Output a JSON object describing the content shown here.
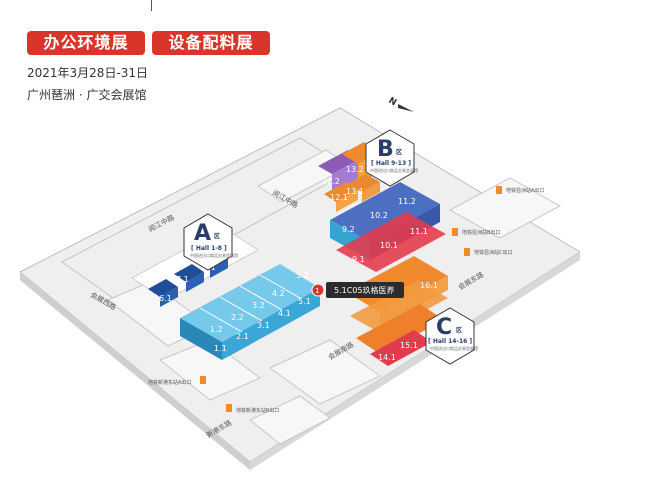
{
  "header": {
    "tag_office": "办公环境展",
    "tag_equipment": "设备配料展",
    "date": "2021年3月28日-31日",
    "venue": "广州琶洲 · 广交会展馆"
  },
  "compass": {
    "label": "N"
  },
  "zones": {
    "a": {
      "letter": "A",
      "suffix": "区",
      "halls": "[ Hall 1-8 ]",
      "note": "中国进出口商品交易会展馆"
    },
    "b": {
      "letter": "B",
      "suffix": "区",
      "halls": "[ Hall 9-13 ]",
      "note": "中国进出口商品交易会展馆"
    },
    "c": {
      "letter": "C",
      "suffix": "区",
      "halls": "[ Hall 14-16 ]",
      "note": "中国进出口商品交易会展馆"
    }
  },
  "booth": {
    "number": "1",
    "label": "5.1C05玖格医养"
  },
  "halls": {
    "h1_1": "1.1",
    "h2_1": "2.1",
    "h3_1": "3.1",
    "h4_1": "4.1",
    "h5_1": "5.1",
    "h1_2": "1.2",
    "h2_2": "2.2",
    "h3_2": "3.2",
    "h4_2": "4.2",
    "h5_2": "5.2",
    "h6_1": "6.1",
    "h7_1": "7.1",
    "h8_1": "8.1",
    "h9_1": "9.1",
    "h9_2": "9.2",
    "h10_1": "10.1",
    "h10_2": "10.2",
    "h11_1": "11.1",
    "h11_2": "11.2",
    "h12_1": "12.1",
    "h12_2": "12.2",
    "h13_1": "13.1",
    "h13_2": "13.2",
    "h14_1": "14.1",
    "h15_1": "15.1",
    "h16_1": "16.1"
  },
  "roads": {
    "north": "阅江中路",
    "east": "会展东路",
    "south": "新港东路",
    "west": "会展西路",
    "middle_south": "会展南路",
    "inner": "阅江中路"
  },
  "exits": {
    "e1": "地铁琶洲站A出口",
    "e2": "地铁琶洲站B出口",
    "e3": "地铁琶洲站C出口",
    "e4": "地铁新港东站A出口",
    "e5": "地铁新港东站B出口"
  },
  "colors": {
    "tag_red": "#d9352a",
    "hall_blue_light": "#47b6e0",
    "hall_blue_dark": "#2a5fb2",
    "hall_teal": "#3aa7d6",
    "hall_orange": "#f08a2d",
    "hall_red": "#e23c4c",
    "hall_purple": "#8b5bb5",
    "ground_grey": "#eeeeee"
  }
}
